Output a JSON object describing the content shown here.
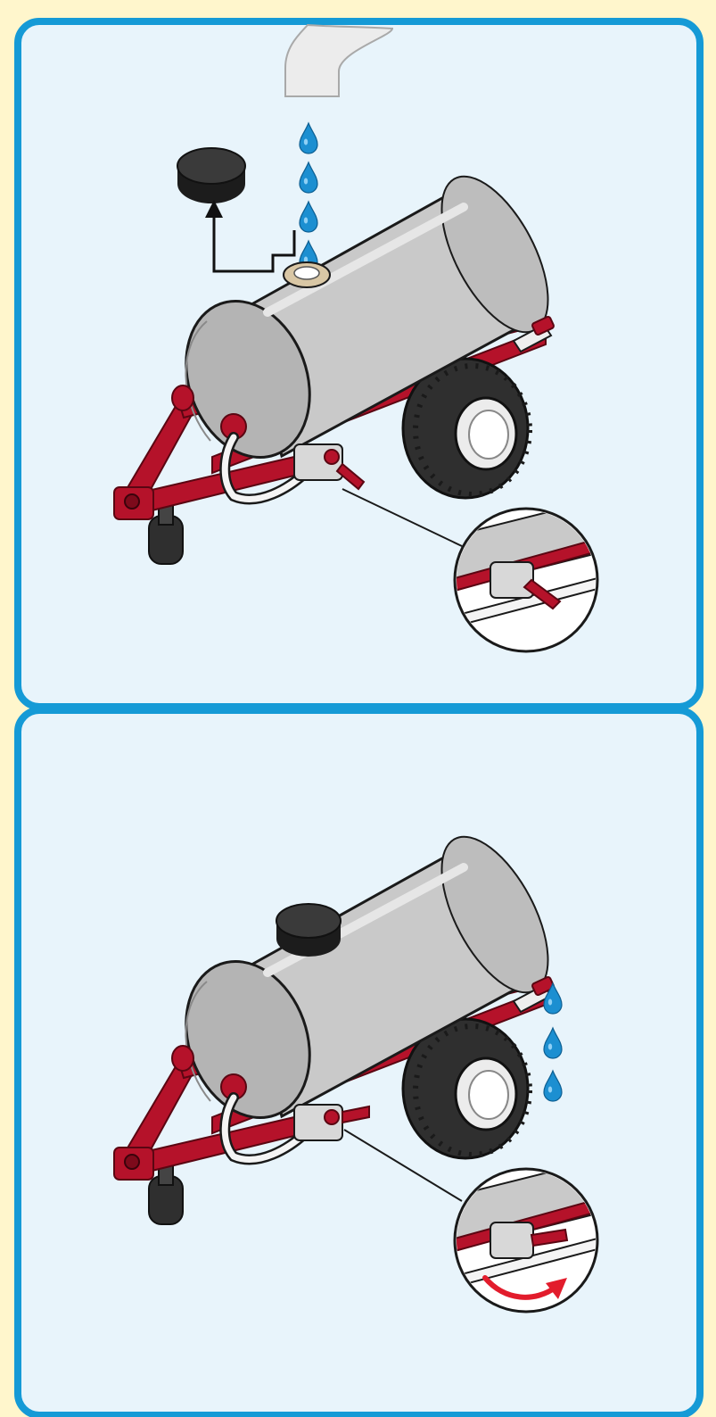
{
  "colors": {
    "page_bg": "#fff6cc",
    "panel_bg": "#e8f4fb",
    "frame": "#159ad6",
    "tank_body": "#c9c9c9",
    "tank_cap": "#b4b4b4",
    "frame_red": "#b5122a",
    "frame_red_dark": "#7d0a1b",
    "tire": "#2f2f2f",
    "tire_tread": "#1a1a1a",
    "hub": "#ececec",
    "hose": "#f4f4f4",
    "water": "#1c8fd1",
    "lid": "#2b2b2b",
    "outline": "#1a1a1a",
    "arrow_red": "#e21c2c"
  },
  "panels": [
    {
      "name": "fill",
      "icons": [
        "faucet-icon",
        "water-drop-icon",
        "tank-lid-icon",
        "lid-removal-arrow-icon",
        "water-tank-trailer-icon",
        "closed-valve-detail-icon"
      ],
      "drops": 4,
      "lid_removed": true,
      "valve_state": "closed"
    },
    {
      "name": "drain",
      "icons": [
        "water-tank-trailer-icon",
        "tank-lid-icon",
        "water-drop-icon",
        "open-valve-detail-icon",
        "rotate-arrow-icon"
      ],
      "drops": 3,
      "lid_removed": false,
      "valve_state": "open"
    }
  ]
}
